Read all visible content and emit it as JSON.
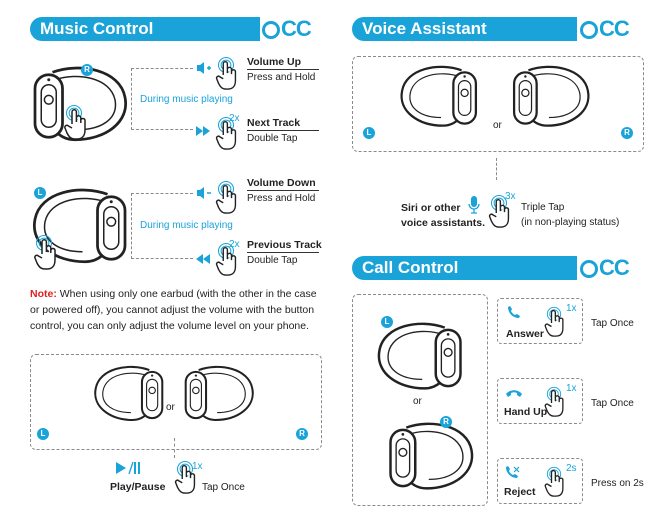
{
  "sections": {
    "music_control": "Music Control",
    "voice_assistant": "Voice Assistant",
    "call_control": "Call Control",
    "brand": "CC"
  },
  "music": {
    "right_during": "During music playing",
    "left_during": "During music playing",
    "volume_up_title": "Volume Up",
    "volume_up_action": "Press and Hold",
    "next_track_title": "Next Track",
    "next_track_action": "Double Tap",
    "volume_down_title": "Volume Down",
    "volume_down_action": "Press and Hold",
    "previous_track_title": "Previous Track",
    "previous_track_action": "Double Tap",
    "twice": "2x",
    "twice2": "2x"
  },
  "note": {
    "label": "Note:",
    "text": " When using only one earbud (with the other in the case or powered off), you cannot adjust the volume with the button control, you can only adjust the volume level on your phone."
  },
  "play_pause": {
    "or": "or",
    "label": "Play/Pause",
    "count": "1x",
    "action": "Tap Once",
    "left": "L",
    "right": "R"
  },
  "voice": {
    "or": "or",
    "siri_line1": "Siri or other",
    "siri_line2": "voice assistants.",
    "count": "3x",
    "action_line1": "Triple Tap",
    "action_line2": "(in non-playing status)",
    "left": "L",
    "right": "R"
  },
  "call": {
    "or": "or",
    "answer": "Answer",
    "answer_count": "1x",
    "answer_action": "Tap Once",
    "hangup": "Hand Up",
    "hangup_count": "1x",
    "hangup_action": "Tap Once",
    "reject": "Reject",
    "reject_count": "2s",
    "reject_action": "Press on 2s",
    "left": "L",
    "right": "R"
  },
  "music_badges": {
    "right": "R",
    "left": "L"
  },
  "colors": {
    "accent": "#1aa3d9",
    "note_red": "#e02020"
  }
}
